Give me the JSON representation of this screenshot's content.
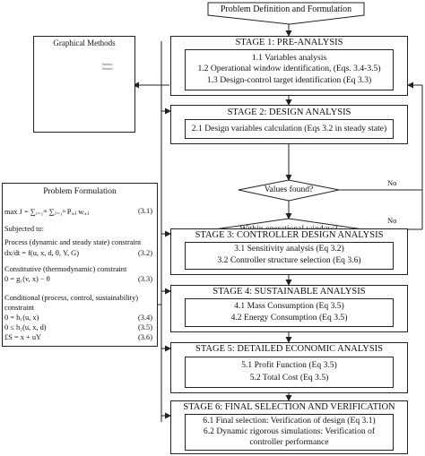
{
  "top_box": "Problem Definition and Formulation",
  "graphical_methods": {
    "title": "Graphical Methods",
    "legend": [
      "Series1",
      "Series2"
    ]
  },
  "problem_formulation": {
    "title": "Problem Formulation",
    "objective": {
      "text": "max      J = ∑ᵢ₌₁ᵐ ∑ⱼ₌₁ⁿ Pᵢ,ⱼ wᵢ,ⱼ",
      "num": "(3.1)"
    },
    "subject": "Subjected to:",
    "process_head": "Process (dynamic and steady state) constraint",
    "process_eq": {
      "text": "dx/dt = f(u, x, d, θ, Y, G)",
      "num": "(3.2)"
    },
    "constitutive_head": "Constitutive (thermodynamic) constraint",
    "constitutive_eq": {
      "text": "0 = g₁(v, x) − θ",
      "num": "(3.3)"
    },
    "conditional_head_1": "Conditional (process, control, sustainability)",
    "conditional_head_2": "constraint",
    "cond_eq1": {
      "text": "0 = h₁(u, x)",
      "num": "(3.4)"
    },
    "cond_eq2": {
      "text": "0 ≤ h₂(u, x, d)",
      "num": "(3.5)"
    },
    "cond_eq3": {
      "text": "£S = x + uY",
      "num": "(3.6)"
    }
  },
  "stages": [
    {
      "title": "STAGE 1: PRE-ANALYSIS",
      "items": [
        "1.1 Variables analysis",
        "1.2 Operational window identification, (Eqs. 3.4-3.5)",
        "1.3 Design-control target identification (Eq 3.3)"
      ]
    },
    {
      "title": "STAGE 2: DESIGN ANALYSIS",
      "items": [
        "2.1 Design variables calculation (Eqs 3.2 in steady state)"
      ]
    },
    {
      "title": "STAGE 3: CONTROLLER DESIGN ANALYSIS",
      "items": [
        "3.1 Sensitivity analysis (Eq 3.2)",
        "3.2 Controller structure selection (Eq 3.6)"
      ]
    },
    {
      "title": "STAGE 4: SUSTAINABLE ANALYSIS",
      "items": [
        "4.1 Mass Consumption (Eq 3.5)",
        "4.2 Energy Consumption (Eq 3.5)"
      ]
    },
    {
      "title": "STAGE 5: DETAILED ECONOMIC ANALYSIS",
      "items": [
        "5.1 Profit Function (Eq 3.5)",
        "5.2 Total Cost (Eq 3.5)"
      ]
    },
    {
      "title": "STAGE 6: FINAL SELECTION AND VERIFICATION",
      "items": [
        "6.1 Final selection: Verification of design (Eq 3.1)",
        "6.2 Dynamic rigorous simulations: Verification of",
        "controller performance"
      ]
    }
  ],
  "decisions": {
    "values_found": "Values found?",
    "within_window": "Within operational window?",
    "no1": "No",
    "no2": "No"
  }
}
